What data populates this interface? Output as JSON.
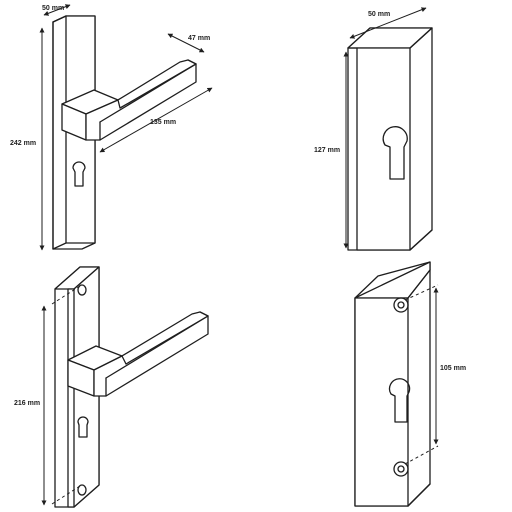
{
  "diagrams": {
    "handle_plate_long": {
      "width_label": "50 mm",
      "height_label": "242 mm",
      "depth_label": "47 mm",
      "lever_label": "135 mm"
    },
    "escutcheon_short": {
      "width_label": "50 mm",
      "height_label": "127 mm"
    },
    "handle_plate_screw": {
      "height_label": "216 mm"
    },
    "escutcheon_screw": {
      "height_label": "105 mm"
    }
  },
  "colors": {
    "line": "#1e1e1e",
    "background": "#ffffff"
  },
  "arrow_marker": "arrowhead"
}
